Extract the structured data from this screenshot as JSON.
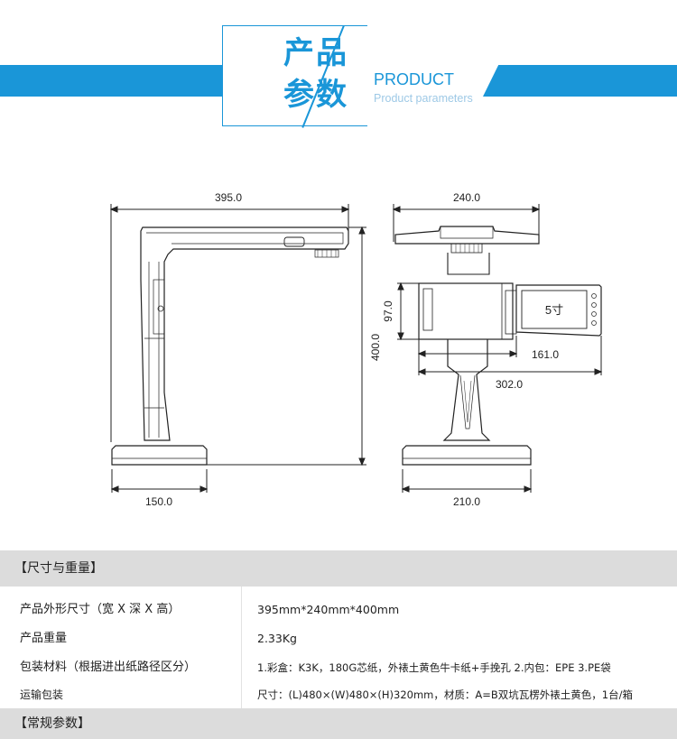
{
  "header": {
    "title_cn_line1": "产品",
    "title_cn_line2": "参数",
    "title_en": "PRODUCT",
    "title_en_sub": "Product parameters"
  },
  "dimensions": {
    "side_width": "395.0",
    "side_base": "150.0",
    "height": "400.0",
    "front_width": "240.0",
    "front_base": "210.0",
    "tablet_height": "97.0",
    "tablet_width": "161.0",
    "span": "302.0",
    "screen_label": "5寸"
  },
  "sections": [
    {
      "title": "【尺寸与重量】",
      "rows": [
        {
          "label": "产品外形尺寸（宽 X 深 X 高）",
          "value": "395mm*240mm*400mm"
        },
        {
          "label": "产品重量",
          "value": "2.33Kg"
        },
        {
          "label": "包装材料（根据进出纸路径区分）",
          "value": "1.彩盒：K3K，180G芯纸，外裱土黄色牛卡纸+手挽孔 2.内包：EPE 3.PE袋"
        },
        {
          "label": "运输包装",
          "value": "尺寸：(L)480×(W)480×(H)320mm，材质：A=B双坑瓦楞外裱土黄色，1台/箱"
        }
      ]
    },
    {
      "title": "【常规参数】",
      "rows": []
    }
  ],
  "colors": {
    "accent": "#1a96d8",
    "section_bg": "#dcdcdc"
  }
}
